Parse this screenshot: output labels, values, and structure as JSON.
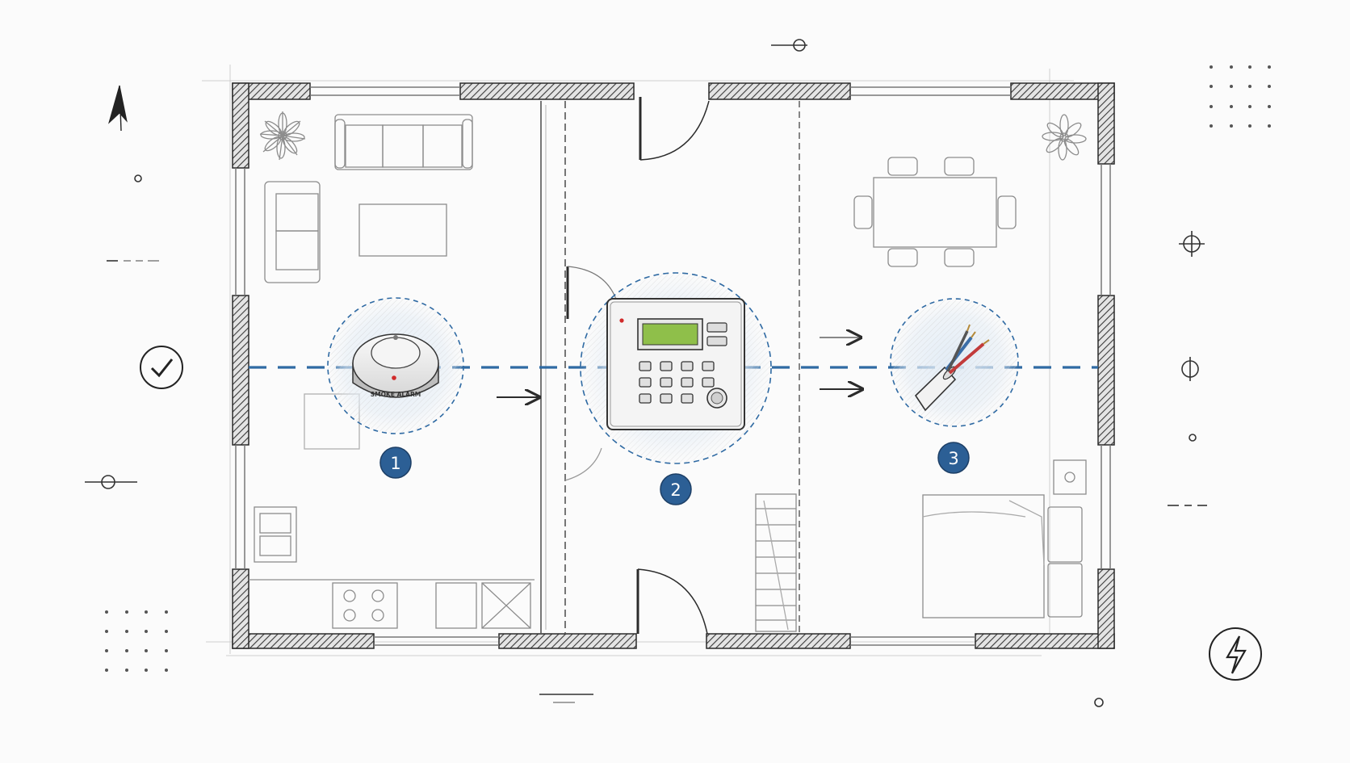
{
  "colors": {
    "ink": "#2b2b2b",
    "pencil": "#9a9a9a",
    "light_pencil": "#c4c4c4",
    "accent_blue": "#2f6aa3",
    "badge_blue": "#2c5f95",
    "lcd_green": "#8fbf4a",
    "paper": "#fbfbfb"
  },
  "steps": [
    {
      "number": "1",
      "icon": "smoke-detector-icon"
    },
    {
      "number": "2",
      "icon": "alarm-control-panel-icon"
    },
    {
      "number": "3",
      "icon": "cable-wires-icon"
    }
  ],
  "device_text": {
    "detector_band": "SMOKE ALARM"
  },
  "decorations": [
    "compass-north-icon",
    "checkmark-circle-icon",
    "lightning-circle-icon",
    "crosshair-icon",
    "dot-grid-icon"
  ]
}
